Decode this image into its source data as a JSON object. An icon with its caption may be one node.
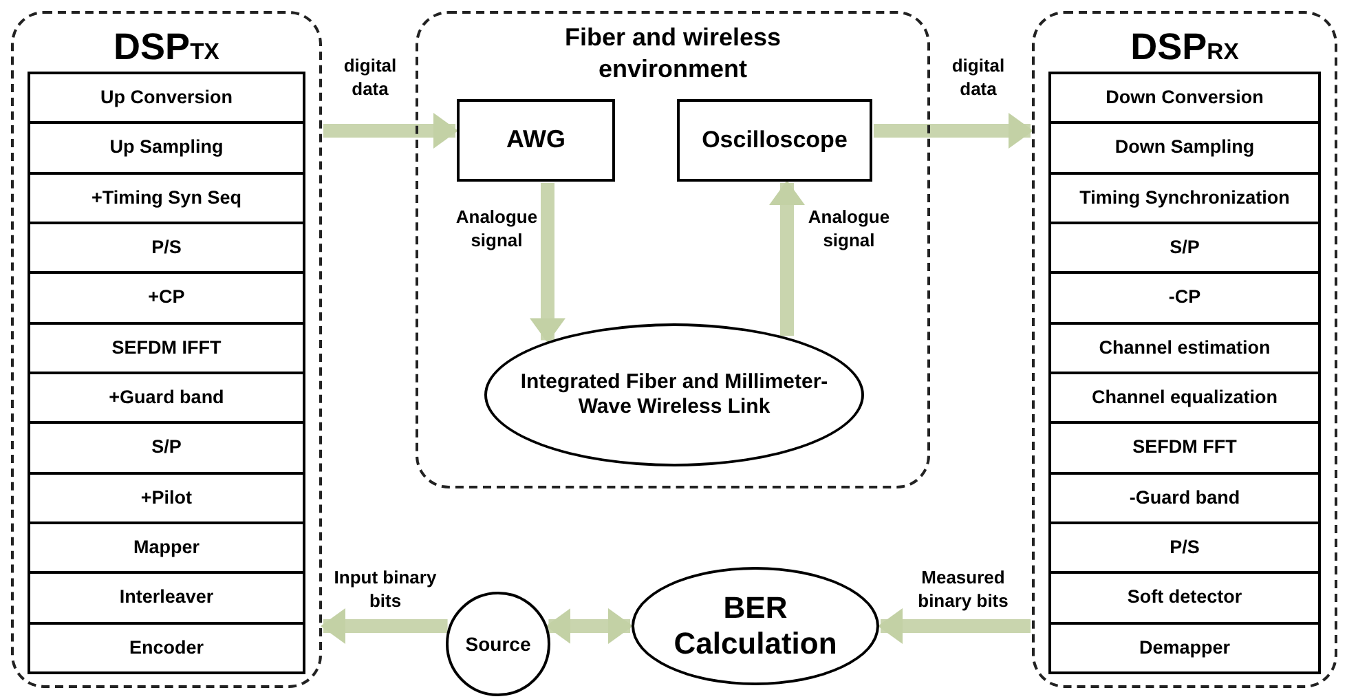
{
  "diagram": {
    "nodes": [
      {
        "text": [
          "DSP$_{TX}$"
        ]
      },
      {
        "text": [
          "Up Conversion"
        ],
        "in": 0
      },
      {
        "text": [
          "Up Sampling"
        ],
        "in": 0
      },
      {
        "text": [
          "+Timing Syn Seq"
        ],
        "in": 0
      },
      {
        "text": [
          "P/S"
        ],
        "in": 0
      },
      {
        "text": [
          "+CP"
        ],
        "in": 0
      },
      {
        "text": [
          "SEFDM IFFT"
        ],
        "in": 0
      },
      {
        "text": [
          "+Guard band"
        ],
        "in": 0
      },
      {
        "text": [
          "S/P"
        ],
        "in": 0
      },
      {
        "text": [
          "+Pilot"
        ],
        "in": 0
      },
      {
        "text": [
          "Mapper"
        ],
        "in": 0
      },
      {
        "text": [
          "Interleaver"
        ],
        "in": 0
      },
      {
        "text": [
          "Encoder"
        ],
        "in": 0
      },
      {
        "text": [
          "Fiber and wireless environment"
        ]
      },
      {
        "text": [
          "AWG"
        ],
        "in": 13
      },
      {
        "text": [
          "Oscilloscope"
        ],
        "in": 13
      },
      {
        "text": [
          "Integrated Fiber and Millimeter-Wave Wireless Link"
        ],
        "in": 13
      },
      {
        "text": [
          "DSP$_{RX}$"
        ]
      },
      {
        "text": [
          "Down Conversion"
        ],
        "in": 17
      },
      {
        "text": [
          "Down Sampling"
        ],
        "in": 17
      },
      {
        "text": [
          "Timing Synchronization"
        ],
        "in": 17
      },
      {
        "text": [
          "S/P"
        ],
        "in": 17
      },
      {
        "text": [
          "-CP"
        ],
        "in": 17
      },
      {
        "text": [
          "Channel estimation"
        ],
        "in": 17
      },
      {
        "text": [
          "Channel equalization"
        ],
        "in": 17
      },
      {
        "text": [
          "SEFDM FFT"
        ],
        "in": 17
      },
      {
        "text": [
          "-Guard band"
        ],
        "in": 17
      },
      {
        "text": [
          "P/S"
        ],
        "in": 17
      },
      {
        "text": [
          "Soft detector"
        ],
        "in": 17
      },
      {
        "text": [
          "Demapper"
        ],
        "in": 17
      },
      {
        "text": [
          "Source"
        ]
      },
      {
        "text": [
          "BER Calculation"
        ]
      }
    ],
    "edges": [
      {
        "from": 0,
        "to": 14,
        "arrow": "to",
        "label": "digital data"
      },
      {
        "from": 14,
        "to": 16,
        "arrow": "to",
        "label": "Analogue signal"
      },
      {
        "from": 16,
        "to": 15,
        "arrow": "to",
        "label": "Analogue signal"
      },
      {
        "from": 15,
        "to": 17,
        "arrow": "to",
        "label": "digital data"
      },
      {
        "from": 17,
        "to": 31,
        "arrow": "to",
        "label": "Measured binary bits"
      },
      {
        "from": 30,
        "to": 31,
        "arrow": "both"
      },
      {
        "from": 30,
        "to": 0,
        "arrow": "to",
        "label": "Input binary bits"
      }
    ]
  }
}
